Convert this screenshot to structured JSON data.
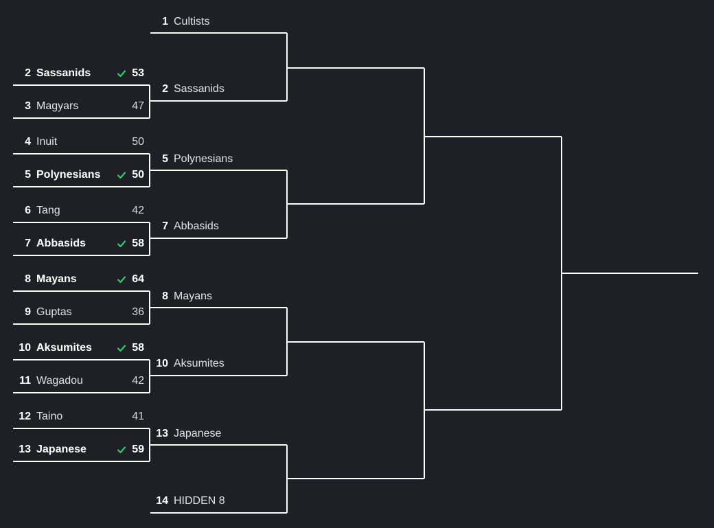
{
  "colors": {
    "background": "#1f2026",
    "line": "#ffffff",
    "check": "#2ecc71"
  },
  "round1": [
    {
      "seed": "2",
      "team": "Sassanids",
      "score": "53",
      "winner": true
    },
    {
      "seed": "3",
      "team": "Magyars",
      "score": "47",
      "winner": false
    },
    {
      "seed": "4",
      "team": "Inuit",
      "score": "50",
      "winner": false
    },
    {
      "seed": "5",
      "team": "Polynesians",
      "score": "50",
      "winner": true
    },
    {
      "seed": "6",
      "team": "Tang",
      "score": "42",
      "winner": false
    },
    {
      "seed": "7",
      "team": "Abbasids",
      "score": "58",
      "winner": true
    },
    {
      "seed": "8",
      "team": "Mayans",
      "score": "64",
      "winner": true
    },
    {
      "seed": "9",
      "team": "Guptas",
      "score": "36",
      "winner": false
    },
    {
      "seed": "10",
      "team": "Aksumites",
      "score": "58",
      "winner": true
    },
    {
      "seed": "11",
      "team": "Wagadou",
      "score": "42",
      "winner": false
    },
    {
      "seed": "12",
      "team": "Taino",
      "score": "41",
      "winner": false
    },
    {
      "seed": "13",
      "team": "Japanese",
      "score": "59",
      "winner": true
    }
  ],
  "round2": [
    {
      "seed": "1",
      "team": "Cultists"
    },
    {
      "seed": "2",
      "team": "Sassanids"
    },
    {
      "seed": "5",
      "team": "Polynesians"
    },
    {
      "seed": "7",
      "team": "Abbasids"
    },
    {
      "seed": "8",
      "team": "Mayans"
    },
    {
      "seed": "10",
      "team": "Aksumites"
    },
    {
      "seed": "13",
      "team": "Japanese"
    },
    {
      "seed": "14",
      "team": "HIDDEN 8"
    }
  ]
}
